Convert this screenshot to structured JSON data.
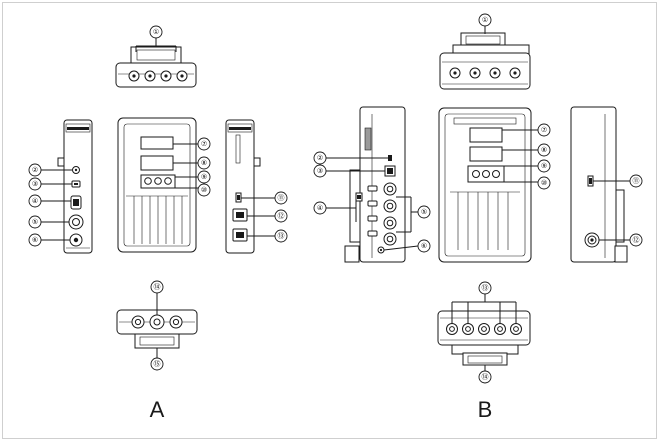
{
  "panels": [
    {
      "label": "A",
      "callouts": [
        "①",
        "②",
        "③",
        "④",
        "⑤",
        "⑥",
        "⑦",
        "⑧",
        "⑨",
        "⑩",
        "⑪",
        "⑫",
        "⑬",
        "⑭",
        "⑮"
      ]
    },
    {
      "label": "B",
      "callouts": [
        "①",
        "②",
        "③",
        "④",
        "⑤",
        "⑥",
        "⑦",
        "⑧",
        "⑨",
        "⑩",
        "⑪",
        "⑫",
        "⑬",
        "⑭"
      ]
    }
  ]
}
